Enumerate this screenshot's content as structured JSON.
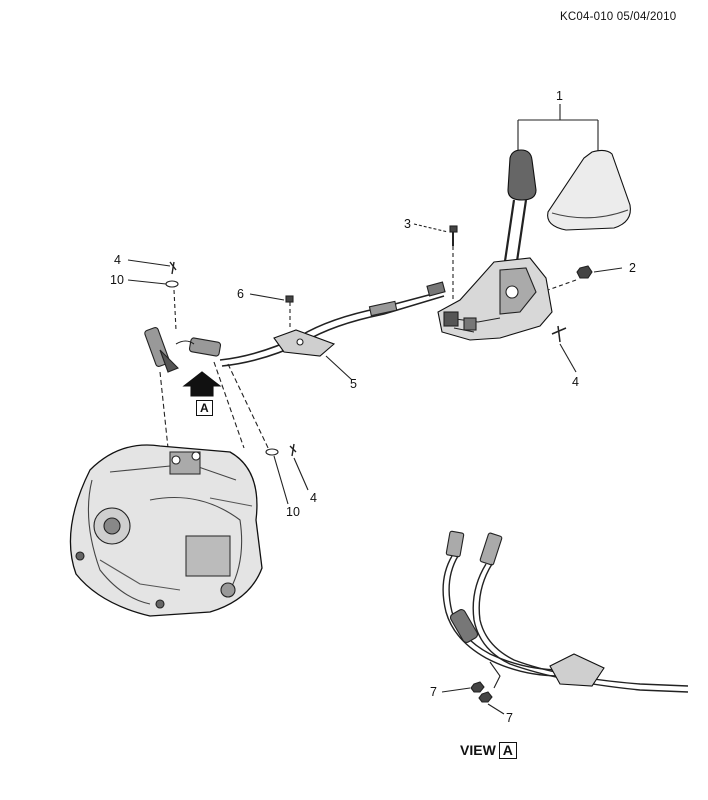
{
  "document": {
    "code": "KC04-010 05/04/2010"
  },
  "callouts": {
    "c1": "1",
    "c2": "2",
    "c3": "3",
    "c4a": "4",
    "c4b": "4",
    "c4c": "4",
    "c5": "5",
    "c6": "6",
    "c7a": "7",
    "c7b": "7",
    "c10a": "10",
    "c10b": "10"
  },
  "view": {
    "label": "VIEW",
    "letter": "A"
  },
  "arrow_marker": {
    "letter": "A"
  }
}
